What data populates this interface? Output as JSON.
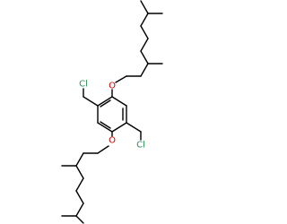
{
  "molecule": {
    "atoms": {
      "oxygen_top": {
        "symbol": "O",
        "color": "#cc0000"
      },
      "oxygen_bottom": {
        "symbol": "O",
        "color": "#cc0000"
      },
      "chlorine_left": {
        "symbol": "Cl",
        "color": "#2e8b57"
      },
      "chlorine_right": {
        "symbol": "Cl",
        "color": "#2e8b57"
      }
    }
  }
}
